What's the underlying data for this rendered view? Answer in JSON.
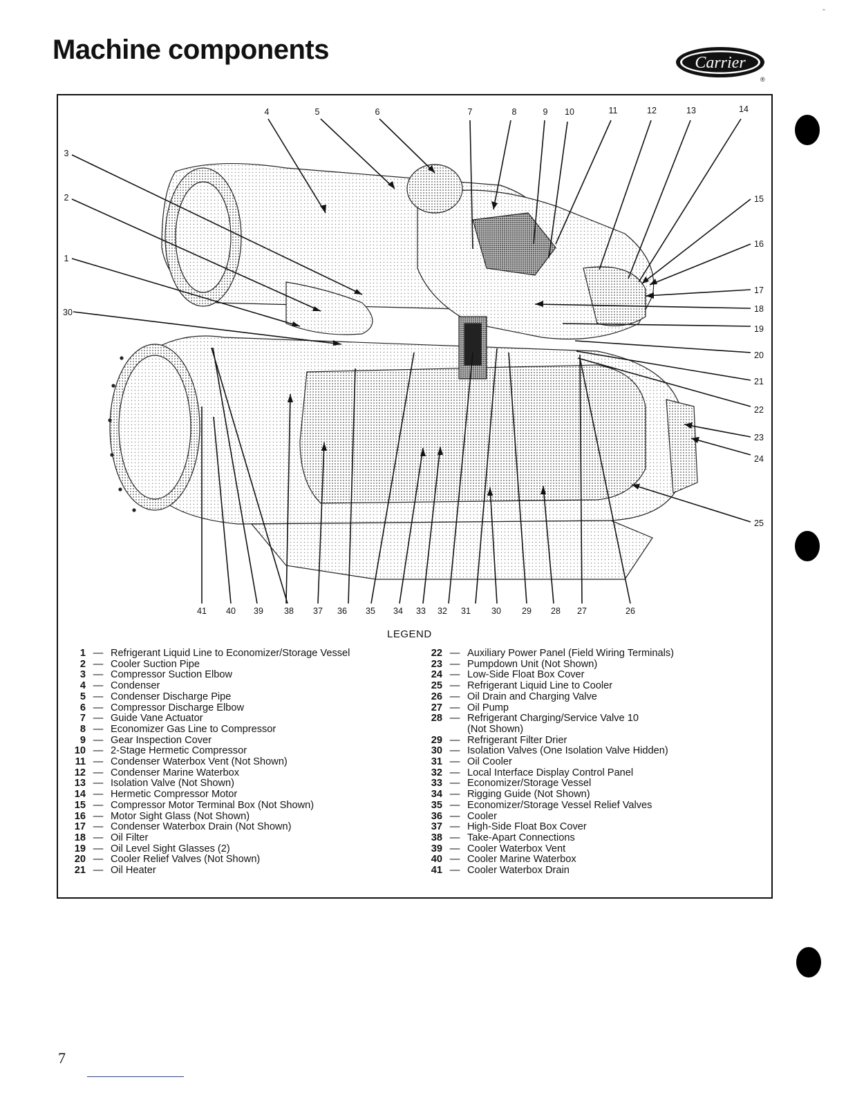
{
  "header": {
    "title": "Machine components",
    "brand": "Carrier",
    "registered": "®"
  },
  "figure": {
    "callouts": {
      "n1": "1",
      "n2": "2",
      "n3": "3",
      "n4": "4",
      "n5": "5",
      "n6": "6",
      "n7": "7",
      "n8": "8",
      "n9": "9",
      "n10": "10",
      "n11": "11",
      "n12": "12",
      "n13": "13",
      "n14": "14",
      "n15": "15",
      "n16": "16",
      "n17": "17",
      "n18": "18",
      "n19": "19",
      "n20": "20",
      "n21": "21",
      "n22": "22",
      "n23": "23",
      "n24": "24",
      "n25": "25",
      "n26": "26",
      "n27": "27",
      "n28": "28",
      "n29": "29",
      "n30": "30",
      "n31": "31",
      "n32": "32",
      "n33": "33",
      "n34": "34",
      "n35": "35",
      "n36": "36",
      "n37": "37",
      "n38": "38",
      "n39": "39",
      "n40": "40",
      "n41": "41",
      "n30b": "30"
    }
  },
  "legend": {
    "title": "LEGEND",
    "dash": "—",
    "left": [
      {
        "num": "1",
        "text": "Refrigerant Liquid Line to Economizer/Storage Vessel"
      },
      {
        "num": "2",
        "text": "Cooler Suction Pipe"
      },
      {
        "num": "3",
        "text": "Compressor Suction Elbow"
      },
      {
        "num": "4",
        "text": "Condenser"
      },
      {
        "num": "5",
        "text": "Condenser Discharge Pipe"
      },
      {
        "num": "6",
        "text": "Compressor Discharge Elbow"
      },
      {
        "num": "7",
        "text": "Guide Vane Actuator"
      },
      {
        "num": "8",
        "text": "Economizer Gas Line to Compressor"
      },
      {
        "num": "9",
        "text": "Gear Inspection Cover"
      },
      {
        "num": "10",
        "text": "2-Stage Hermetic Compressor"
      },
      {
        "num": "11",
        "text": "Condenser Waterbox Vent (Not Shown)"
      },
      {
        "num": "12",
        "text": "Condenser Marine Waterbox"
      },
      {
        "num": "13",
        "text": "Isolation Valve (Not Shown)"
      },
      {
        "num": "14",
        "text": "Hermetic Compressor Motor"
      },
      {
        "num": "15",
        "text": "Compressor Motor Terminal Box (Not Shown)"
      },
      {
        "num": "16",
        "text": "Motor Sight Glass (Not Shown)"
      },
      {
        "num": "17",
        "text": "Condenser Waterbox Drain (Not Shown)"
      },
      {
        "num": "18",
        "text": "Oil Filter"
      },
      {
        "num": "19",
        "text": "Oil Level Sight Glasses (2)"
      },
      {
        "num": "20",
        "text": "Cooler Relief Valves (Not Shown)"
      },
      {
        "num": "21",
        "text": "Oil Heater"
      }
    ],
    "right": [
      {
        "num": "22",
        "text": "Auxiliary Power Panel (Field Wiring Terminals)"
      },
      {
        "num": "23",
        "text": "Pumpdown Unit (Not Shown)"
      },
      {
        "num": "24",
        "text": "Low-Side Float Box Cover"
      },
      {
        "num": "25",
        "text": "Refrigerant Liquid Line to Cooler"
      },
      {
        "num": "26",
        "text": "Oil Drain and Charging Valve"
      },
      {
        "num": "27",
        "text": "Oil Pump"
      },
      {
        "num": "28",
        "text": "Refrigerant Charging/Service Valve 10"
      },
      {
        "num": "",
        "text": "(Not Shown)"
      },
      {
        "num": "29",
        "text": "Refrigerant Filter Drier"
      },
      {
        "num": "30",
        "text": "Isolation Valves (One Isolation Valve Hidden)"
      },
      {
        "num": "31",
        "text": "Oil Cooler"
      },
      {
        "num": "32",
        "text": "Local Interface Display Control Panel"
      },
      {
        "num": "33",
        "text": "Economizer/Storage Vessel"
      },
      {
        "num": "34",
        "text": "Rigging Guide (Not Shown)"
      },
      {
        "num": "35",
        "text": "Economizer/Storage Vessel Relief Valves"
      },
      {
        "num": "36",
        "text": "Cooler"
      },
      {
        "num": "37",
        "text": "High-Side Float Box Cover"
      },
      {
        "num": "38",
        "text": "Take-Apart Connections"
      },
      {
        "num": "39",
        "text": "Cooler Waterbox Vent"
      },
      {
        "num": "40",
        "text": "Cooler Marine Waterbox"
      },
      {
        "num": "41",
        "text": "Cooler Waterbox Drain"
      }
    ]
  },
  "footer": {
    "page_number": "7"
  }
}
